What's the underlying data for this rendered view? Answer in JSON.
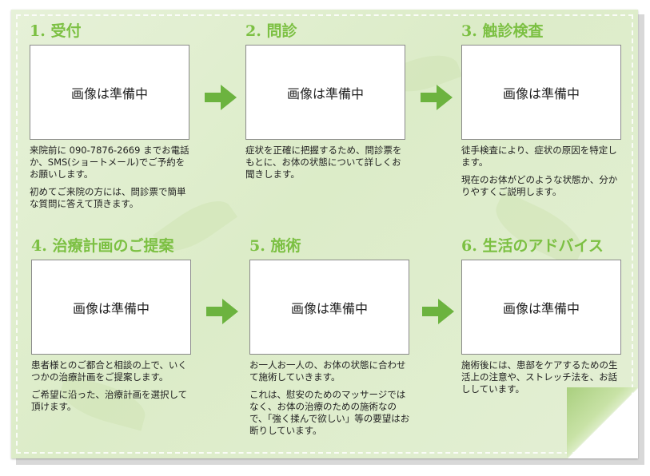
{
  "steps": [
    {
      "title": "1. 受付",
      "image_label": "画像は準備中",
      "text": [
        "来院前に 090-7876-2669 までお電話か、SMS(ショートメール)でご予約をお願いします。",
        "初めてご来院の方には、問診票で簡単な質問に答えて頂きます。"
      ]
    },
    {
      "title": "2. 問診",
      "image_label": "画像は準備中",
      "text": [
        "症状を正確に把握するため、問診票をもとに、お体の状態について詳しくお聞きします。"
      ]
    },
    {
      "title": "3. 触診検査",
      "image_label": "画像は準備中",
      "text": [
        "徒手検査により、症状の原因を特定します。",
        "現在のお体がどのような状態か、分かりやすくご説明します。"
      ]
    },
    {
      "title": "4. 治療計画のご提案",
      "image_label": "画像は準備中",
      "text": [
        "患者様とのご都合と相談の上で、いくつかの治療計画をご提案します。",
        "ご希望に沿った、治療計画を選択して頂けます。"
      ]
    },
    {
      "title": "5. 施術",
      "image_label": "画像は準備中",
      "text": [
        "お一人お一人の、お体の状態に合わせて施術していきます。",
        "これは、慰安のためのマッサージではなく、お体の治療のための施術なので、「強く揉んで欲しい」等の要望はお断りしています。"
      ]
    },
    {
      "title": "6. 生活のアドバイス",
      "image_label": "画像は準備中",
      "text": [
        "施術後には、患部をケアするための生活上の注意や、ストレッチ法を、お話ししています。"
      ]
    }
  ],
  "colors": {
    "accent": "#7cc043",
    "background": "#dcecc8",
    "arrow": "#6cb33f"
  },
  "icons": {
    "arrow": "right-arrow-icon"
  }
}
